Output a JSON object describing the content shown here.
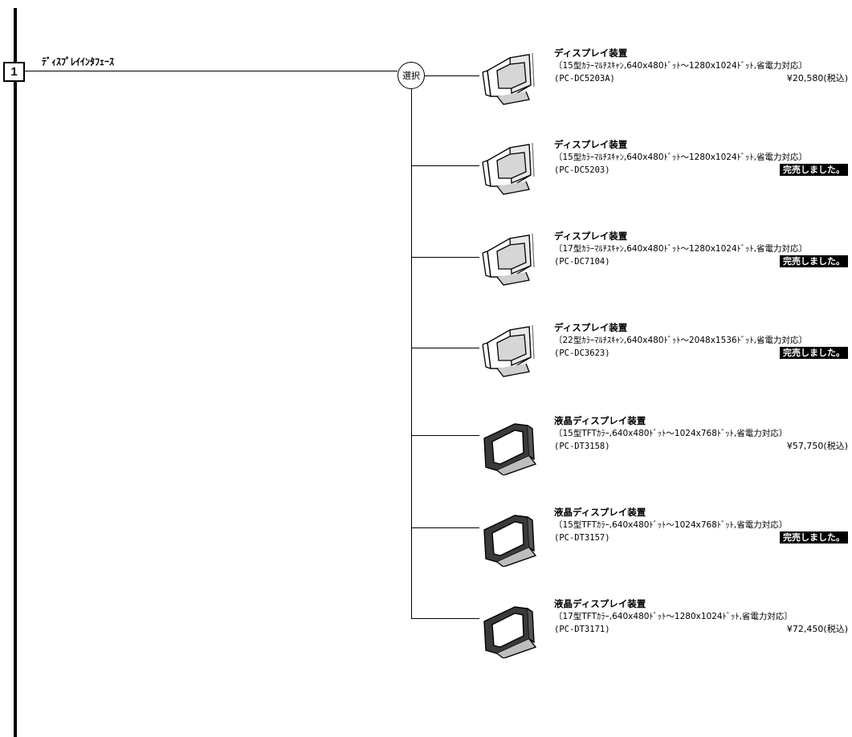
{
  "diagram": {
    "number_label": "1",
    "interface_label": "ﾃﾞｨｽﾌﾟﾚｲｲﾝﾀﾌｪｰｽ",
    "select_label": "選択"
  },
  "products": [
    {
      "name": "ディスプレイ装置",
      "spec": "〔15型ｶﾗｰﾏﾙﾁｽｷｬﾝ,640x480ﾄﾞｯﾄ～1280x1024ﾄﾞｯﾄ,省電力対応〕",
      "model": "(PC-DC5203A)",
      "price": "¥20,580(税込)",
      "status": "",
      "icon": "crt-monitor-icon"
    },
    {
      "name": "ディスプレイ装置",
      "spec": "〔15型ｶﾗｰﾏﾙﾁｽｷｬﾝ,640x480ﾄﾞｯﾄ～1280x1024ﾄﾞｯﾄ,省電力対応〕",
      "model": "(PC-DC5203)",
      "price": "",
      "status": "完売しました。",
      "icon": "crt-monitor-icon"
    },
    {
      "name": "ディスプレイ装置",
      "spec": "〔17型ｶﾗｰﾏﾙﾁｽｷｬﾝ,640x480ﾄﾞｯﾄ～1280x1024ﾄﾞｯﾄ,省電力対応〕",
      "model": "(PC-DC7104)",
      "price": "",
      "status": "完売しました。",
      "icon": "crt-monitor-icon"
    },
    {
      "name": "ディスプレイ装置",
      "spec": "〔22型ｶﾗｰﾏﾙﾁｽｷｬﾝ,640x480ﾄﾞｯﾄ～2048x1536ﾄﾞｯﾄ,省電力対応〕",
      "model": "(PC-DC3623)",
      "price": "",
      "status": "完売しました。",
      "icon": "crt-monitor-icon"
    },
    {
      "name": "液晶ディスプレイ装置",
      "spec": "〔15型TFTｶﾗｰ,640x480ﾄﾞｯﾄ～1024x768ﾄﾞｯﾄ,省電力対応〕",
      "model": "(PC-DT3158)",
      "price": "¥57,750(税込)",
      "status": "",
      "icon": "lcd-monitor-icon"
    },
    {
      "name": "液晶ディスプレイ装置",
      "spec": "〔15型TFTｶﾗｰ,640x480ﾄﾞｯﾄ～1024x768ﾄﾞｯﾄ,省電力対応〕",
      "model": "(PC-DT3157)",
      "price": "",
      "status": "完売しました。",
      "icon": "lcd-monitor-icon"
    },
    {
      "name": "液晶ディスプレイ装置",
      "spec": "〔17型TFTｶﾗｰ,640x480ﾄﾞｯﾄ～1280x1024ﾄﾞｯﾄ,省電力対応〕",
      "model": "(PC-DT3171)",
      "price": "¥72,450(税込)",
      "status": "",
      "icon": "lcd-monitor-icon"
    }
  ]
}
